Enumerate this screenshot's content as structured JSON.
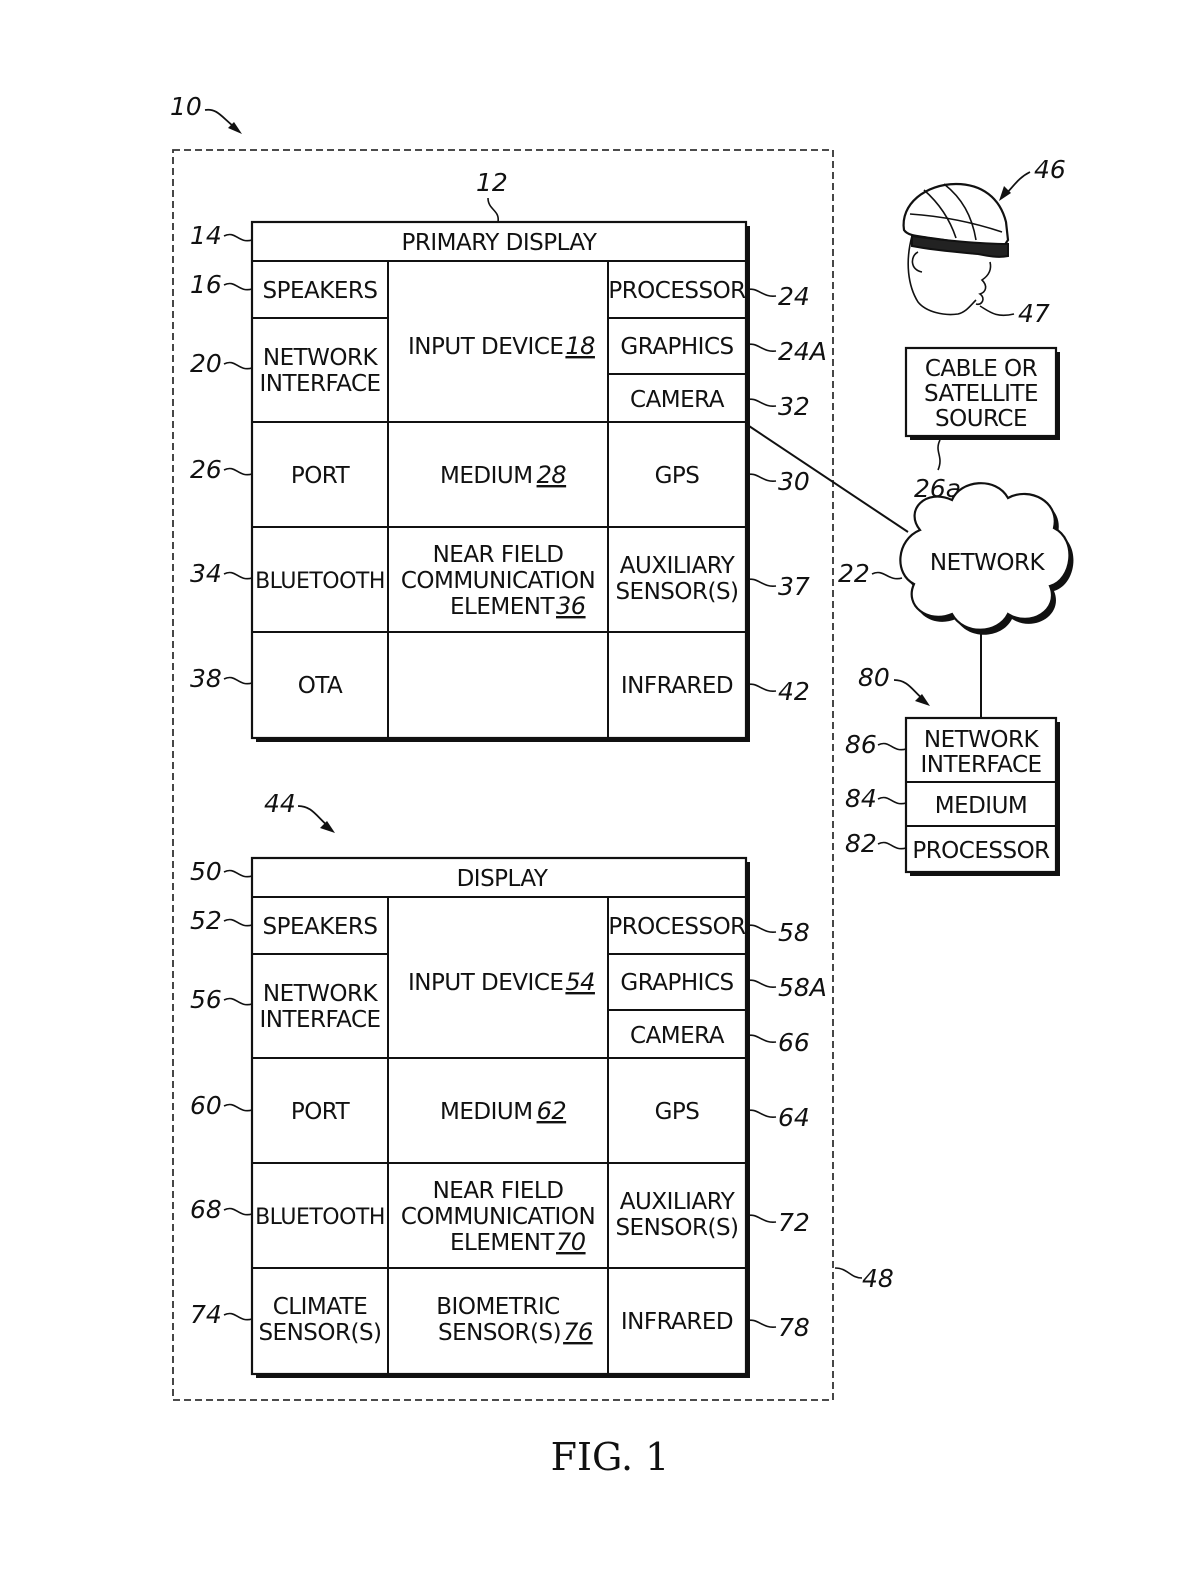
{
  "figure": {
    "caption": "FIG. 1",
    "system_ref": "10",
    "housing_ref": "48"
  },
  "device_12": {
    "ref": "12",
    "display": {
      "label": "PRIMARY DISPLAY",
      "ref": "14"
    },
    "speakers": {
      "label": "SPEAKERS",
      "ref": "16"
    },
    "network_interface": {
      "line1": "NETWORK",
      "line2": "INTERFACE",
      "ref": "20"
    },
    "input_device": {
      "label": "INPUT DEVICE",
      "ref": "18"
    },
    "processor": {
      "label": "PROCESSOR",
      "ref": "24"
    },
    "graphics": {
      "label": "GRAPHICS",
      "ref": "24A"
    },
    "camera": {
      "label": "CAMERA",
      "ref": "32"
    },
    "port": {
      "label": "PORT",
      "ref": "26"
    },
    "medium": {
      "label": "MEDIUM",
      "ref": "28"
    },
    "gps": {
      "label": "GPS",
      "ref": "30"
    },
    "bluetooth": {
      "label": "BLUETOOTH",
      "ref": "34"
    },
    "nfc": {
      "line1": "NEAR FIELD",
      "line2": "COMMUNICATION",
      "line3": "ELEMENT",
      "ref": "36"
    },
    "aux": {
      "line1": "AUXILIARY",
      "line2": "SENSOR(S)",
      "ref": "37"
    },
    "ota": {
      "label": "OTA",
      "ref": "38"
    },
    "infrared": {
      "label": "INFRARED",
      "ref": "42"
    }
  },
  "device_44": {
    "ref": "44",
    "display": {
      "label": "DISPLAY",
      "ref": "50"
    },
    "speakers": {
      "label": "SPEAKERS",
      "ref": "52"
    },
    "network_interface": {
      "line1": "NETWORK",
      "line2": "INTERFACE",
      "ref": "56"
    },
    "input_device": {
      "label": "INPUT DEVICE",
      "ref": "54"
    },
    "processor": {
      "label": "PROCESSOR",
      "ref": "58"
    },
    "graphics": {
      "label": "GRAPHICS",
      "ref": "58A"
    },
    "camera": {
      "label": "CAMERA",
      "ref": "66"
    },
    "port": {
      "label": "PORT",
      "ref": "60"
    },
    "medium": {
      "label": "MEDIUM",
      "ref": "62"
    },
    "gps": {
      "label": "GPS",
      "ref": "64"
    },
    "bluetooth": {
      "label": "BLUETOOTH",
      "ref": "68"
    },
    "nfc": {
      "line1": "NEAR FIELD",
      "line2": "COMMUNICATION",
      "line3": "ELEMENT",
      "ref": "70"
    },
    "aux": {
      "line1": "AUXILIARY",
      "line2": "SENSOR(S)",
      "ref": "72"
    },
    "climate": {
      "line1": "CLIMATE",
      "line2": "SENSOR(S)",
      "ref": "74"
    },
    "biometric": {
      "line1": "BIOMETRIC",
      "line2": "SENSOR(S)",
      "ref": "76"
    },
    "infrared": {
      "label": "INFRARED",
      "ref": "78"
    }
  },
  "headset": {
    "ref": "46",
    "wearer_ref": "47"
  },
  "source": {
    "line1": "CABLE OR",
    "line2": "SATELLITE",
    "line3": "SOURCE",
    "ref": "26a"
  },
  "network": {
    "label": "NETWORK",
    "ref": "22"
  },
  "server": {
    "ref": "80",
    "network_interface": {
      "line1": "NETWORK",
      "line2": "INTERFACE",
      "ref": "86"
    },
    "medium": {
      "label": "MEDIUM",
      "ref": "84"
    },
    "processor": {
      "label": "PROCESSOR",
      "ref": "82"
    }
  }
}
